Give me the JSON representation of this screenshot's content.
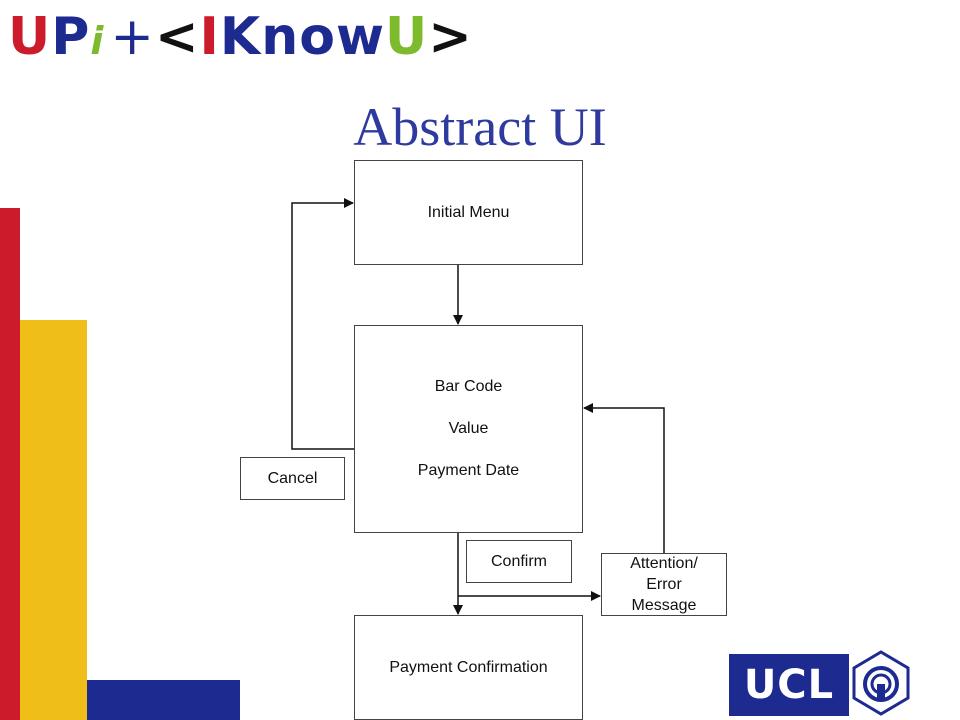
{
  "logo": {
    "part_u": "U",
    "part_p": "P",
    "part_i": "i",
    "part_plus": "+",
    "part_lt": "<",
    "part_cap_i": "I",
    "part_know": "Know",
    "part_u2": "U",
    "part_gt": ">"
  },
  "title": "Abstract UI",
  "diagram": {
    "initial_menu": "Initial Menu",
    "bar_code": "Bar Code",
    "value": "Value",
    "payment_date": "Payment Date",
    "cancel": "Cancel",
    "confirm": "Confirm",
    "attention_line1": "Attention/",
    "attention_line2": "Error",
    "attention_line3": "Message",
    "payment_confirmation": "Payment Confirmation"
  },
  "ucl_logo": {
    "text": "UCL",
    "emblem_icon": "ucl-emblem-icon"
  },
  "colors": {
    "red": "#cc1b2b",
    "yellow": "#f0be19",
    "blue": "#1d2a8f",
    "green": "#7dbb2c",
    "title_blue": "#2f3a9e"
  }
}
